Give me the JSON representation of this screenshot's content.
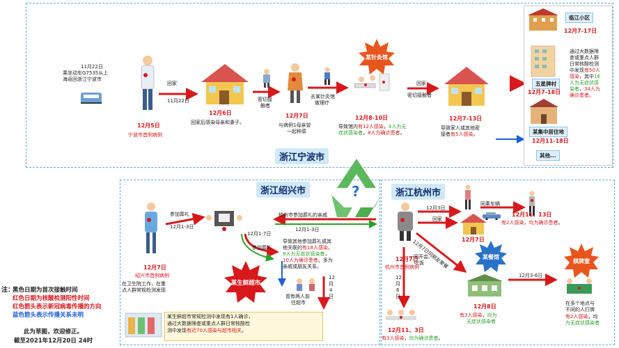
{
  "ningbo": {
    "title": "浙江宁波市",
    "case1_dates": "11月22日",
    "case1_note1": "乘坐动车G7535从上",
    "case1_note2": "海返回浙江宁波市",
    "case1_date_red": "12月5日",
    "case1_label": "宁波市首例病例",
    "home_arrow_label": "回家",
    "home_arrow_date": "11月22日",
    "home_date": "12月6日",
    "home_text": "回家后感染母亲和妻子。",
    "close_contact1": "密切接",
    "close_contact2": "触者",
    "mother_date": "12月7日",
    "mother_text1": "与病例1母亲曾",
    "mother_text2": "一起种菜",
    "go_clinic1": "去某针灸馆",
    "go_clinic2": "做理疗",
    "clinic_badge": "某针灸馆",
    "clinic_date": "12月8-10日",
    "clinic_text1_a": "导致馆内",
    "clinic_text1_b": "有12人感染",
    "clinic_text1_c": "，",
    "clinic_text1_d": "4人为无",
    "clinic_text2_a": "症状感染者",
    "clinic_text2_b": "，",
    "clinic_text2_c": "8人为确诊患者",
    "clinic_text2_d": "。",
    "home2_arrow1": "回家",
    "home2_arrow2": "密切接触者",
    "home2_date": "12月7-13日",
    "home2_text1": "导致家人或其他密",
    "home2_text2_a": "接者",
    "home2_text2_b": "有5人感染",
    "home2_text2_c": "。"
  },
  "sidebar": {
    "item1_name": "临江小区",
    "item1_date": "12月7-17日",
    "item1_text1": "通过大数据筛",
    "item1_text2": "查或重点人群",
    "item1_text3": "日常核酸检测",
    "item1_text4_a": "中发现",
    "item1_text4_b": "有50人",
    "item1_text5_a": "感染",
    "item1_text5_b": "，其中",
    "item1_text5_c": "16",
    "item1_text6": "人为无症状感",
    "item1_text7_a": "染者",
    "item1_text7_b": "，",
    "item1_text7_c": "34人为",
    "item1_text8": "确诊患者。",
    "item2_name": "五星牌村",
    "item2_date": "12月7-18日",
    "item3_name": "某集中居住地",
    "item3_date": "12月11-18日",
    "item4_name": "其他..."
  },
  "shaoxing": {
    "title": "浙江绍兴市",
    "case_date": "12月7日",
    "case_label": "绍兴市首例病例",
    "case_text1": "在卫生院工作，在重",
    "case_text2": "点人群常规检测发现",
    "funeral_label": "参加葬礼",
    "funeral_date": "12月1-3日",
    "hz_relative": "杭州市参加葬礼的亲戚",
    "hz_date": "12月1-3日",
    "date_1_7": "12月1-7日",
    "funeral_label2": "参加葬礼",
    "spread_text1": "导致其他参加葬礼或其",
    "spread_text2_a": "他关联的",
    "spread_text2_b": "有18人感染",
    "spread_text2_c": "，",
    "spread_text3": "8人为无症状感染者",
    "spread_text3_b": "，",
    "spread_text4": "10人为确诊患者",
    "spread_text4_b": "。多为",
    "spread_text5": "亲戚或朋友关系。",
    "super_badge": "某生鲜超市",
    "date_vertical_1": "12",
    "date_vertical_2": "月",
    "date_vertical_3": "4",
    "date_vertical_4": "日",
    "went1": "曾有两人前",
    "went2": "往超市",
    "market_text1": "某生鲜超市常规检测中发现有1人确诊，",
    "market_text2": "通过大数据筛查或重点人群日常核酸检",
    "market_text3_a": "测中发现",
    "market_text3_b": "有近70人感染与超市相关",
    "market_text3_c": "。"
  },
  "hangzhou": {
    "title": "浙江杭州市",
    "case_date": "12月7日",
    "case_label": "杭州市首例病例",
    "d12_3": "12月3日",
    "home_label": "回家",
    "car_label": "同乘车辆",
    "car_date": "12月11、13日",
    "car_text_a": "有2人感染",
    "car_text_b": "，",
    "car_text_c": "均为确诊患者",
    "car_text_d": "。",
    "home_date": "12月7日",
    "meal_label1": "一同开会、",
    "meal_label2": "吃饭",
    "vd1": "12",
    "vd2": "月",
    "vd3": "6",
    "vd4": "日",
    "bottom_date": "12月11、3日",
    "bottom_text_a": "有3人感染",
    "bottom_text_b": "，",
    "bottom_text_c": "均为确诊患者",
    "bottom_text_d": "。",
    "diag_arrow": "12月7日同朋友聚餐",
    "rest_badge": "某餐馆",
    "rest_date": "12月8日",
    "rest_text1_a": "有3人感染",
    "rest_text1_b": "，",
    "rest_text1_c": "均为",
    "rest_text2": "无症状感染者",
    "chess_badge": "棋牌室",
    "chess_arrow_date": "12月3-6日",
    "chess_text1": "在多个地点与",
    "chess_text2": "不同的人打牌",
    "chess_text3_a": "有2人感染",
    "chess_text3_b": "，均",
    "chess_text4": "为无症状感染者"
  },
  "legend": {
    "title": "注：",
    "line1": "黑色日期为首次接触时间",
    "line2": "红色日期为核酸检测阳性时间",
    "line3": "红色箭头表示新冠病毒传播的方向",
    "line4": "蓝色箭头表示传播关系未明",
    "line5": "此为草图，欢迎修正。",
    "line6": "截至2021年12月20日 24时"
  },
  "center": {
    "question": "?"
  },
  "colors": {
    "red": "#d7191c",
    "blue": "#1f5fd8",
    "green": "#2ca02c",
    "box": "#5aa9e6",
    "region_bg": "#cfe9f7"
  }
}
